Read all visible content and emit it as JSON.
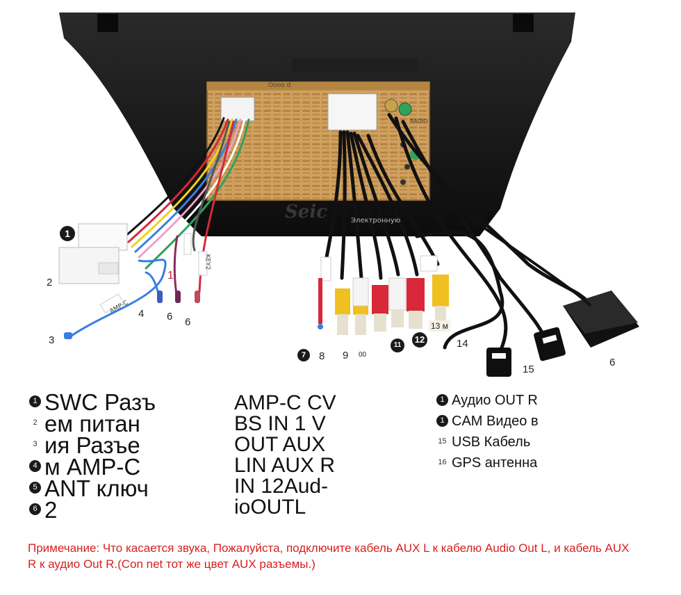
{
  "diagram": {
    "watermark": "Seic",
    "watermark_sub": "Электронную",
    "unit_label": "Oooo d",
    "side_labels": [
      "RADIO"
    ],
    "wire_tags": [
      "AMP-C",
      "KEY2"
    ],
    "callouts": [
      {
        "id": "1",
        "text": "1"
      },
      {
        "id": "2",
        "text": "2"
      },
      {
        "id": "3",
        "text": "3"
      },
      {
        "id": "4",
        "text": "4"
      },
      {
        "id": "5",
        "text": "1"
      },
      {
        "id": "6a",
        "text": "6"
      },
      {
        "id": "6b",
        "text": "6"
      },
      {
        "id": "7",
        "text": "7"
      },
      {
        "id": "8",
        "text": "8"
      },
      {
        "id": "9",
        "text": "9"
      },
      {
        "id": "10",
        "text": "00"
      },
      {
        "id": "11",
        "text": "11"
      },
      {
        "id": "12",
        "text": "12"
      },
      {
        "id": "13",
        "text": "13 м"
      },
      {
        "id": "14",
        "text": "14"
      },
      {
        "id": "15",
        "text": "15"
      },
      {
        "id": "16",
        "text": "6"
      }
    ]
  },
  "legend": {
    "col1": [
      {
        "num": "1",
        "text": "SWC Разъ"
      },
      {
        "num": "2",
        "text": "ем питан"
      },
      {
        "num": "3",
        "text": "ия Разъе"
      },
      {
        "num": "4",
        "text": "м AMP-C"
      },
      {
        "num": "5",
        "text": "ANT ключ"
      },
      {
        "num": "6",
        "text": "2"
      }
    ],
    "col2": [
      {
        "text": "AMP-C CV"
      },
      {
        "text": "BS IN 1 V"
      },
      {
        "text": "OUT AUX"
      },
      {
        "text": "LIN AUX R"
      },
      {
        "text": "IN 12Aud-"
      },
      {
        "text": "ioOUTL"
      }
    ],
    "col3": [
      {
        "num": "1",
        "text": "Аудио OUT R"
      },
      {
        "num": "1",
        "text": "CAM Видео в"
      },
      {
        "num": "15",
        "text": "USB Кабель"
      },
      {
        "num": "16",
        "text": "GPS антенна"
      }
    ]
  },
  "note": "Примечание: Что касается звука, Пожалуйста, подключите кабель AUX L к кабелю Audio Out L, и кабель AUX R к аудио Out R.(Con net тот же цвет AUX разъемы.)",
  "colors": {
    "bezel": "#151515",
    "chassis": "#c89a55",
    "rca_red": "#d8283a",
    "rca_white": "#f2f2f2",
    "rca_yellow": "#f0c020",
    "note_red": "#d81e1e"
  }
}
